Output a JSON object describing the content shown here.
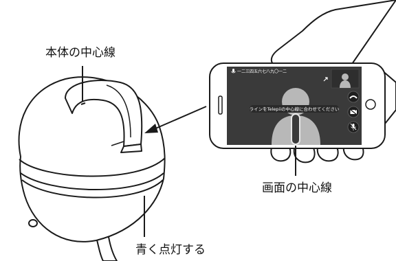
{
  "callouts": {
    "body_center_line": "本体の中心線",
    "screen_center_line": "画面の中心線",
    "blue_light": "青く点灯する"
  },
  "phone_screen": {
    "caller_id": "一二三四五六七八九〇一二",
    "instruction": "ラインをTelepiiの中心線に合わせてください"
  },
  "icons": [
    "mic-icon",
    "expand-icon",
    "hangup-icon",
    "camera-off-icon",
    "mute-icon",
    "user-avatar-icon"
  ],
  "colors": {
    "line": "#1a1a1a",
    "screen_bg": "#3a3a3a",
    "avatar": "#b8b8b8",
    "center_line_light": "#e8e8e8"
  }
}
